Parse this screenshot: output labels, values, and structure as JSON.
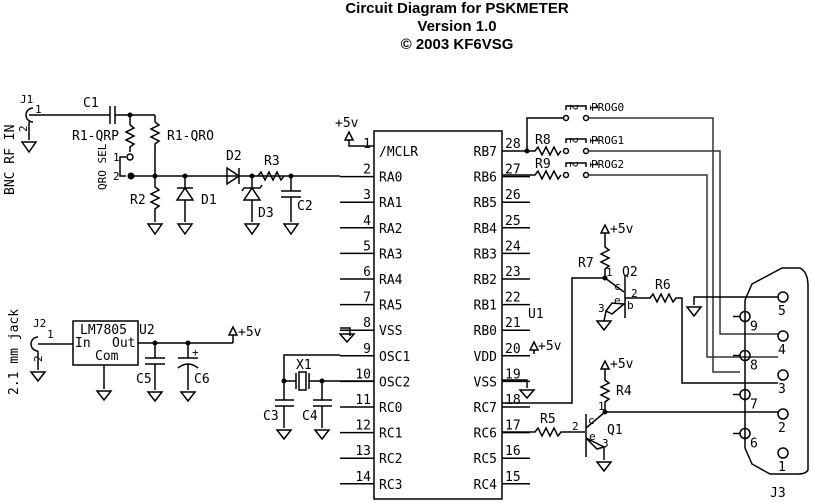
{
  "title": {
    "line1": "Circuit Diagram for PSKMETER",
    "line2": "Version 1.0",
    "line3": "© 2003 KF6VSG"
  },
  "input_section": {
    "connector_label": "BNC RF IN",
    "connector_ref": "J1",
    "pin1": "1",
    "pin2": "2",
    "c1": "C1",
    "r1_qrp": "R1-QRP",
    "r1_qro": "R1-QRO",
    "qro_sel": "QRO SEL",
    "sel_pin1": "1",
    "sel_pin2": "2",
    "r2": "R2",
    "d1": "D1",
    "d2": "D2",
    "d3": "D3",
    "r3": "R3",
    "c2": "C2"
  },
  "mcu": {
    "ref": "U1",
    "vplus": "+5v",
    "left_pins": [
      {
        "num": "1",
        "name": "/MCLR"
      },
      {
        "num": "2",
        "name": "RA0"
      },
      {
        "num": "3",
        "name": "RA1"
      },
      {
        "num": "4",
        "name": "RA2"
      },
      {
        "num": "5",
        "name": "RA3"
      },
      {
        "num": "6",
        "name": "RA4"
      },
      {
        "num": "7",
        "name": "RA5"
      },
      {
        "num": "8",
        "name": "VSS"
      },
      {
        "num": "9",
        "name": "OSC1"
      },
      {
        "num": "10",
        "name": "OSC2"
      },
      {
        "num": "11",
        "name": "RC0"
      },
      {
        "num": "12",
        "name": "RC1"
      },
      {
        "num": "13",
        "name": "RC2"
      },
      {
        "num": "14",
        "name": "RC3"
      }
    ],
    "right_pins": [
      {
        "num": "28",
        "name": "RB7"
      },
      {
        "num": "27",
        "name": "RB6"
      },
      {
        "num": "26",
        "name": "RB5"
      },
      {
        "num": "25",
        "name": "RB4"
      },
      {
        "num": "24",
        "name": "RB3"
      },
      {
        "num": "23",
        "name": "RB2"
      },
      {
        "num": "22",
        "name": "RB1"
      },
      {
        "num": "21",
        "name": "RB0"
      },
      {
        "num": "20",
        "name": "VDD"
      },
      {
        "num": "19",
        "name": "VSS"
      },
      {
        "num": "18",
        "name": "RC7"
      },
      {
        "num": "17",
        "name": "RC6"
      },
      {
        "num": "16",
        "name": "RC5"
      },
      {
        "num": "15",
        "name": "RC4"
      }
    ],
    "vdd_label": "+5v"
  },
  "prog_jumpers": {
    "r8": "R8",
    "r9": "R9",
    "items": [
      {
        "label": "PROG0",
        "p2": "2",
        "p1": "1"
      },
      {
        "label": "PROG1",
        "p2": "2",
        "p1": "1"
      },
      {
        "label": "PROG2",
        "p2": "2",
        "p1": "1"
      }
    ]
  },
  "power": {
    "connector_label": "2.1 mm jack",
    "connector_ref": "J2",
    "pin1": "1",
    "pin2": "2",
    "regulator": "LM7805",
    "reg_ref": "U2",
    "in": "In",
    "out": "Out",
    "com": "Com",
    "c5": "C5",
    "c6": "C6",
    "c6_plus": "+",
    "vout": "+5v"
  },
  "oscillator": {
    "x1": "X1",
    "c3": "C3",
    "c4": "C4"
  },
  "q2_section": {
    "vplus": "+5v",
    "r7": "R7",
    "q2": "Q2",
    "r6": "R6",
    "pin1": "1",
    "pin2": "2",
    "pin3": "3",
    "c": "c",
    "b": "b",
    "e": "e"
  },
  "q1_section": {
    "vplus": "+5v",
    "r4": "R4",
    "r5": "R5",
    "q1": "Q1",
    "pin1": "1",
    "pin2": "2",
    "pin3": "3",
    "c": "c",
    "e": "e"
  },
  "db9": {
    "ref": "J3",
    "pins": [
      "5",
      "9",
      "4",
      "8",
      "3",
      "7",
      "2",
      "6",
      "1"
    ]
  }
}
